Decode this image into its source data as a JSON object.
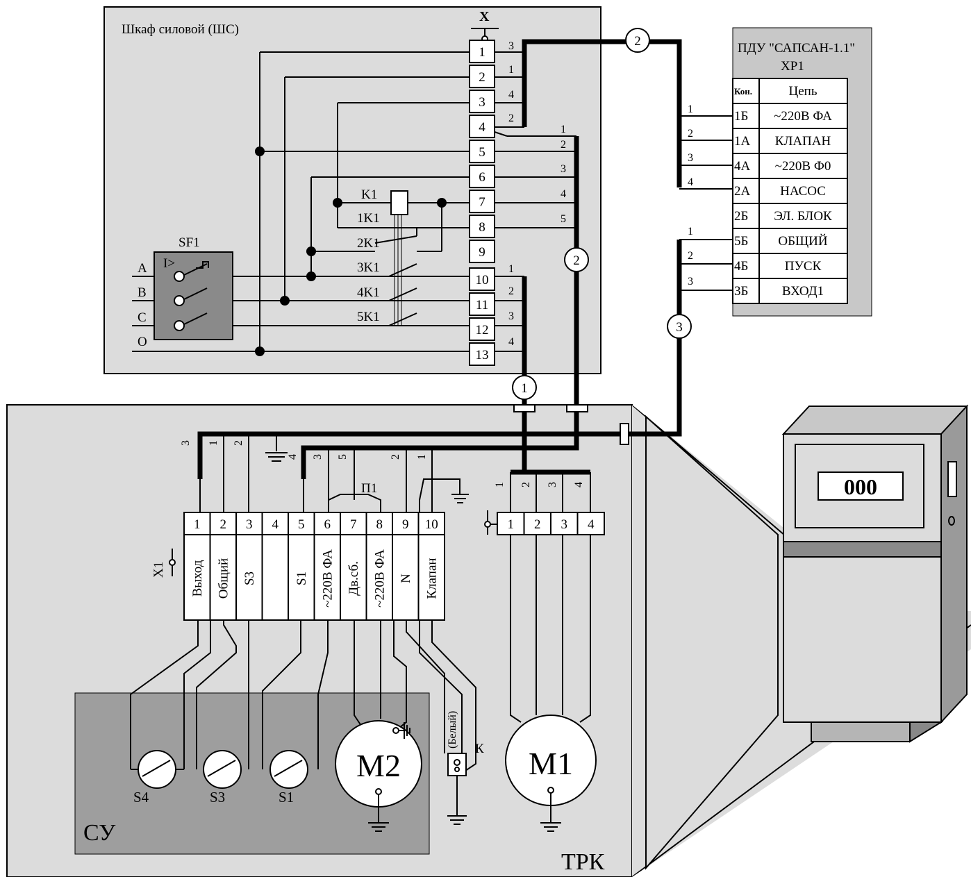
{
  "cabinet": {
    "title": "Шкаф силовой (ШС)",
    "terminal_block_label": "X",
    "terminals": [
      "1",
      "2",
      "3",
      "4",
      "5",
      "6",
      "7",
      "8",
      "9",
      "10",
      "11",
      "12",
      "13"
    ],
    "right_wire_numbers_top": [
      "3",
      "1",
      "4",
      "2"
    ],
    "right_wire_numbers_mid": [
      "1",
      "2",
      "3",
      "4",
      "5"
    ],
    "right_wire_numbers_bottom": [
      "1",
      "2",
      "3",
      "4"
    ],
    "breaker": {
      "label": "SF1",
      "symbol": "I>",
      "phases": [
        "A",
        "B",
        "C",
        "O"
      ]
    },
    "relay": {
      "coil": "K1",
      "contacts": [
        "1K1",
        "2K1",
        "3K1",
        "4K1",
        "5K1"
      ]
    }
  },
  "panel": {
    "title": "ПДУ \"САПСАН-1.1\"",
    "connector": "XP1",
    "header_pin": "Кон.",
    "header_circuit": "Цепь",
    "rows": [
      {
        "pin": "1Б",
        "circuit": "~220В  ФА",
        "wire": "1"
      },
      {
        "pin": "1А",
        "circuit": "КЛАПАН",
        "wire": "2"
      },
      {
        "pin": "4А",
        "circuit": "~220В  Ф0",
        "wire": "3"
      },
      {
        "pin": "2А",
        "circuit": "НАСОС",
        "wire": "4"
      },
      {
        "pin": "2Б",
        "circuit": "ЭЛ. БЛОК",
        "wire": ""
      },
      {
        "pin": "5Б",
        "circuit": "ОБЩИЙ",
        "wire": "1"
      },
      {
        "pin": "4Б",
        "circuit": "ПУСК",
        "wire": "2"
      },
      {
        "pin": "3Б",
        "circuit": "ВХОД1",
        "wire": "3"
      }
    ]
  },
  "cables": [
    "1",
    "2",
    "2",
    "3"
  ],
  "trk": {
    "label": "ТРК",
    "display": "000",
    "x1_label": "X1",
    "jumper_label": "П1",
    "x1_terminals": [
      "1",
      "2",
      "3",
      "4",
      "5",
      "6",
      "7",
      "8",
      "9",
      "10"
    ],
    "x1_names": [
      "Выход",
      "Общий",
      "S3",
      "",
      "S1",
      "~220В ФА",
      "Дв.сб.",
      "~220В ФА",
      "N",
      "Клапан"
    ],
    "top_wire_numbers": [
      "3",
      "1",
      "2",
      "4",
      "3",
      "5",
      "2",
      "1"
    ],
    "motor_terminals": [
      "1",
      "2",
      "3",
      "4"
    ],
    "motor_wire_numbers": [
      "1",
      "2",
      "3",
      "4"
    ],
    "su_label": "СУ",
    "switches": [
      "S4",
      "S3",
      "S1"
    ],
    "motor2": "M2",
    "motor1": "M1",
    "valve_label": "К",
    "valve_wire": "(Белый)"
  }
}
